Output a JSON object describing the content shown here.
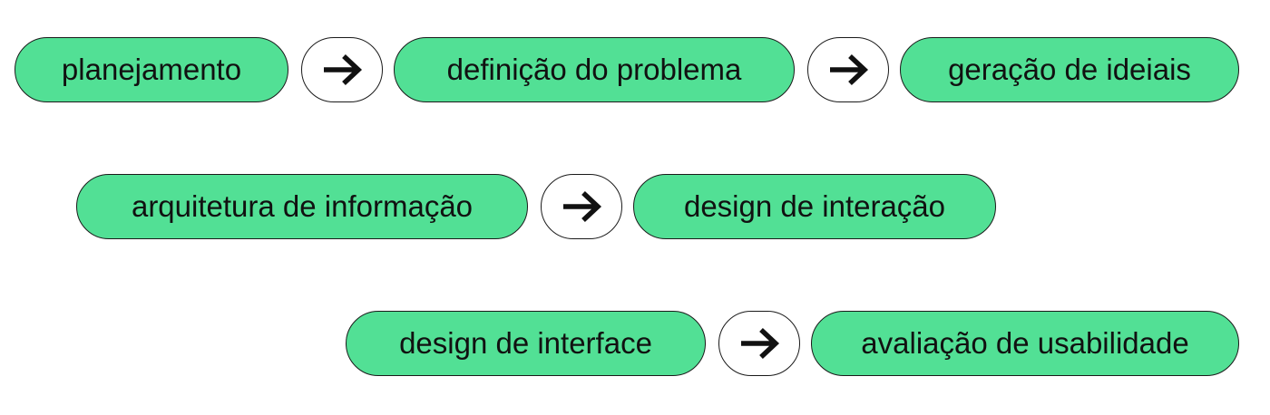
{
  "colors": {
    "pill_fill": "#52e095",
    "outline": "#1a1a1a",
    "text": "#111111",
    "arrow_fill": "#ffffff"
  },
  "steps": [
    {
      "label": "planejamento"
    },
    {
      "label": "definição do problema"
    },
    {
      "label": "geração de ideiais"
    },
    {
      "label": "arquitetura de informação"
    },
    {
      "label": "design de interação"
    },
    {
      "label": "design de interface"
    },
    {
      "label": "avaliação de usabilidade"
    }
  ],
  "connectors": [
    {
      "from": "planejamento",
      "to": "definição do problema",
      "icon": "arrow-right-icon"
    },
    {
      "from": "definição do problema",
      "to": "geração de ideiais",
      "icon": "arrow-right-icon"
    },
    {
      "from": "arquitetura de informação",
      "to": "design de interação",
      "icon": "arrow-right-icon"
    },
    {
      "from": "design de interface",
      "to": "avaliação de usabilidade",
      "icon": "arrow-right-icon"
    }
  ]
}
